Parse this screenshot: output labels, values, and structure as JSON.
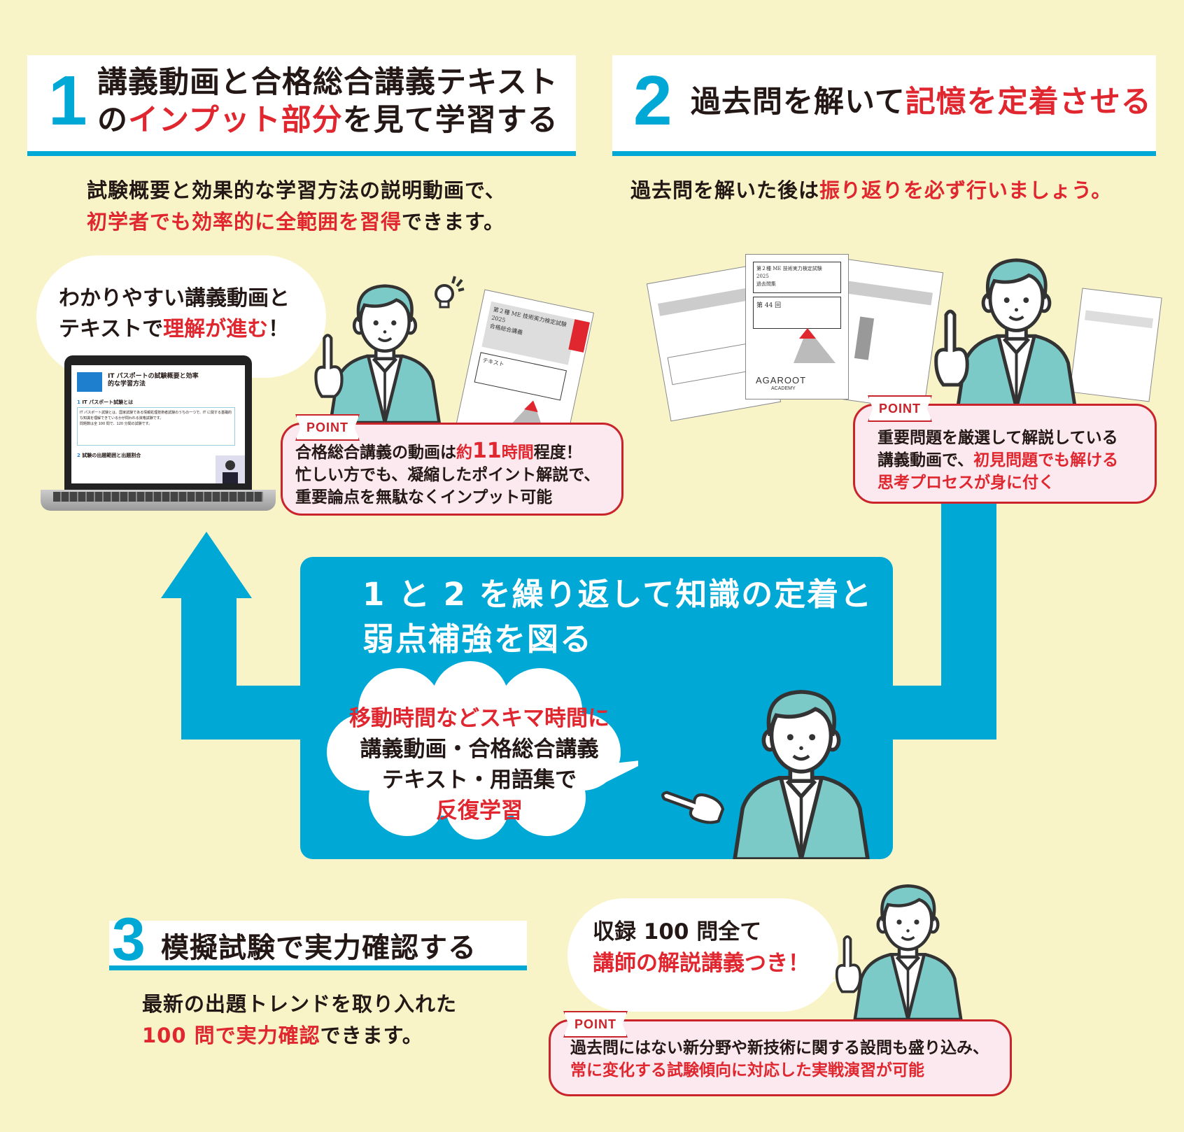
{
  "step1": {
    "number": "1",
    "title_line1": "講義動画と合格総合講義テキスト",
    "title_line2_a": "の",
    "title_line2_red": "インプット部分",
    "title_line2_b": "を見て学習する",
    "desc_line1": "試験概要と効果的な学習方法の説明動画で、",
    "desc_line2_red": "初学者でも効率的に全範囲を習得",
    "desc_line2_b": "できます。",
    "bubble_line1": "わかりやすい講義動画と",
    "bubble_line2_a": "テキストで",
    "bubble_line2_red": "理解が進む",
    "bubble_line2_b": "！",
    "laptop": {
      "title": "IT パスポートの試験概要と効率的な学習方法",
      "sec1_num": "1",
      "sec1": "IT パスポート試験とは",
      "sec2_num": "2",
      "sec2": "試験の出題範囲と出題割合",
      "body": "IT パスポート試験とは、国家試験である情報処理技術者試験のうちの一つで、IT に関する基礎的な知識を理解できているかが問われる資格試験です。",
      "body2": "問題数は全 100 問で、120 分間の試験です。"
    },
    "textbook": {
      "exam": "第２種 ME 技術実力検定試験",
      "year": "2025",
      "name": "合格総合講義",
      "label": "テキスト"
    },
    "point_tag": "POINT",
    "point_line1_a": "合格総合講義の動画は",
    "point_line1_red": "約",
    "point_line1_num": "11",
    "point_line1_red2": "時間",
    "point_line1_b": "程度！",
    "point_line2": "忙しい方でも、凝縮したポイント解説で、",
    "point_line3": "重要論点を無駄なくインプット可能"
  },
  "step2": {
    "number": "2",
    "title_a": "過去問を解いて",
    "title_red": "記憶を定着させる",
    "desc_a": "過去問を解いた後は",
    "desc_red": "振り返りを必ず行いましょう。",
    "pastbook": {
      "exam": "第２種 ME 技術実力検定試験",
      "year": "2025",
      "name": "過去問集",
      "round": "第 44 回",
      "brand": "AGAROOT",
      "brand_sub": "ACADEMY"
    },
    "point_tag": "POINT",
    "point_line1": "重要問題を厳選して解説している",
    "point_line2_a": "講義動画で、",
    "point_line2_red": "初見問題でも解ける",
    "point_line3_red": "思考プロセスが身に付く"
  },
  "loop": {
    "title_line1": "1 と 2 を繰り返して知識の定着と",
    "title_line2": "弱点補強を図る",
    "cloud_line1_red": "移動時間などスキマ時間に",
    "cloud_line2": "講義動画・合格総合講義",
    "cloud_line3": "テキスト・用語集で",
    "cloud_line4_red": "反復学習"
  },
  "step3": {
    "number": "3",
    "title": "模擬試験で実力確認する",
    "desc_line1": "最新の出題トレンドを取り入れた",
    "desc_line2_red": "100 問で実力確認",
    "desc_line2_b": "できます。",
    "bubble_line1": "収録 100 問全て",
    "bubble_line2_red": "講師の解説講義つき！",
    "point_tag": "POINT",
    "point_line1": "過去問にはない新分野や新技術に関する設問も盛り込み、",
    "point_line2_red": "常に変化する試験傾向に対応した実戦演習が可能"
  },
  "colors": {
    "background": "#f8f4c8",
    "accent_blue": "#00a8d6",
    "accent_red": "#e0262e",
    "point_bg": "#fbe9ef",
    "suit": "#7ccac7"
  }
}
